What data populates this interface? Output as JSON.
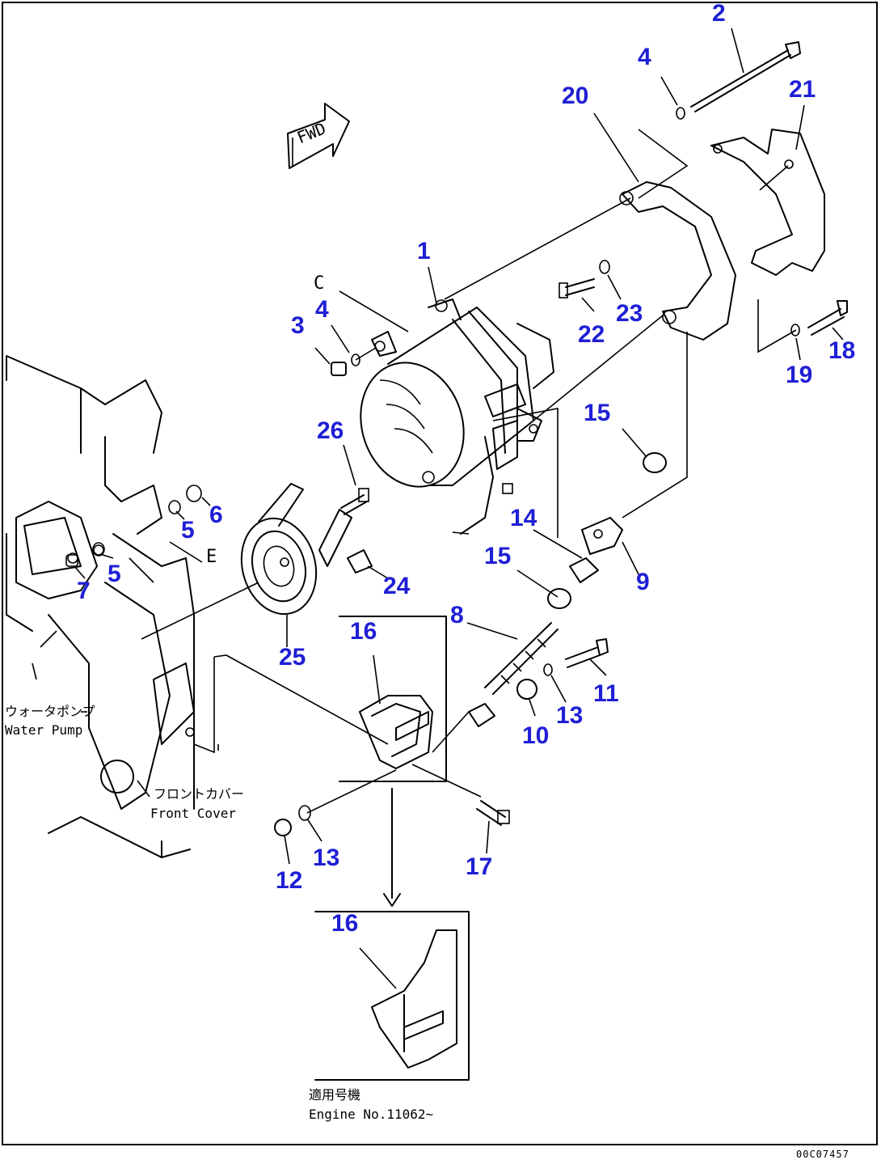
{
  "colors": {
    "callout": "#1f1fd6",
    "line": "#000000",
    "background": "#ffffff"
  },
  "callouts": [
    "2",
    "4",
    "20",
    "21",
    "1",
    "3",
    "4",
    "22",
    "23",
    "18",
    "19",
    "26",
    "6",
    "5",
    "5",
    "7",
    "15",
    "14",
    "9",
    "24",
    "15",
    "25",
    "8",
    "16",
    "11",
    "13",
    "10",
    "13",
    "12",
    "17",
    "16"
  ],
  "labels": {
    "fwd_arrow": "FWD",
    "water_pump_jp": "ウォータポンプ",
    "water_pump_en": "Water Pump",
    "front_cover_jp": "フロントカバー",
    "front_cover_en": "Front Cover",
    "applicable_jp": "適用号機",
    "applicable_en": "Engine No.11062~",
    "ref_c": "C",
    "ref_e": "E"
  },
  "drawing_code": "00C07457"
}
